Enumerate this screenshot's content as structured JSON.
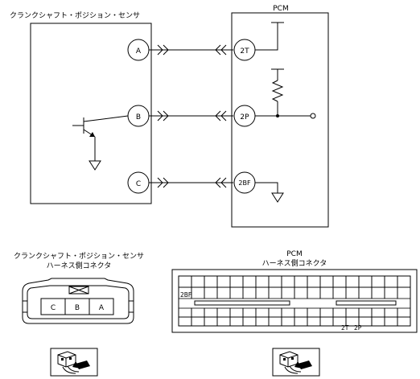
{
  "sensor": {
    "title": "クランクシャフト・ポジション・センサ",
    "pins": [
      "A",
      "B",
      "C"
    ]
  },
  "pcm": {
    "title": "PCM",
    "pins": [
      "2T",
      "2P",
      "2BF"
    ]
  },
  "connectors": {
    "sensor_title_line1": "クランクシャフト・ポジション・センサ",
    "sensor_title_line2": "ハーネス側コネクタ",
    "sensor_pins": [
      "C",
      "B",
      "A"
    ],
    "pcm_title_line1": "PCM",
    "pcm_title_line2": "ハーネス側コネクタ",
    "pcm_label_top": "2BF",
    "pcm_label_2t": "2T",
    "pcm_label_2p": "2P"
  },
  "icons": {
    "sensor_view": "harness-connector-view-icon",
    "pcm_view": "harness-connector-view-icon"
  }
}
